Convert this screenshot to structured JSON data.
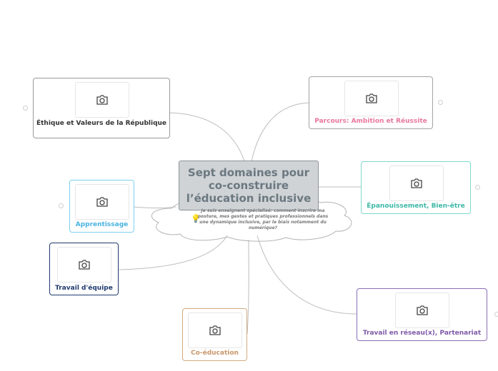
{
  "center": {
    "title": "Sept domaines pour co-construire l’éducation inclusive",
    "note": "Je suis enseignant spécialisé: comment inscrire ma posture, mes gestes et pratiques professionnels dans une dynamique inclusive, par le biais notamment du numérique?"
  },
  "icons": {
    "image_placeholder": "camera-icon",
    "note": "lightbulb-icon"
  },
  "branches": [
    {
      "label": "Éthique et Valeurs de la République",
      "color": "#333333"
    },
    {
      "label": "Parcours: Ambition et Réussite",
      "color": "#e8769f"
    },
    {
      "label": "Apprentissage",
      "color": "#48b3e0"
    },
    {
      "label": "Épanouissement, Bien-être",
      "color": "#3db8a6"
    },
    {
      "label": "Travail d'équipe",
      "color": "#1f3a6e"
    },
    {
      "label": "Co-éducation",
      "color": "#c9976a"
    },
    {
      "label": "Travail en réseau(x), Partenariat",
      "color": "#7e5aa8"
    }
  ]
}
